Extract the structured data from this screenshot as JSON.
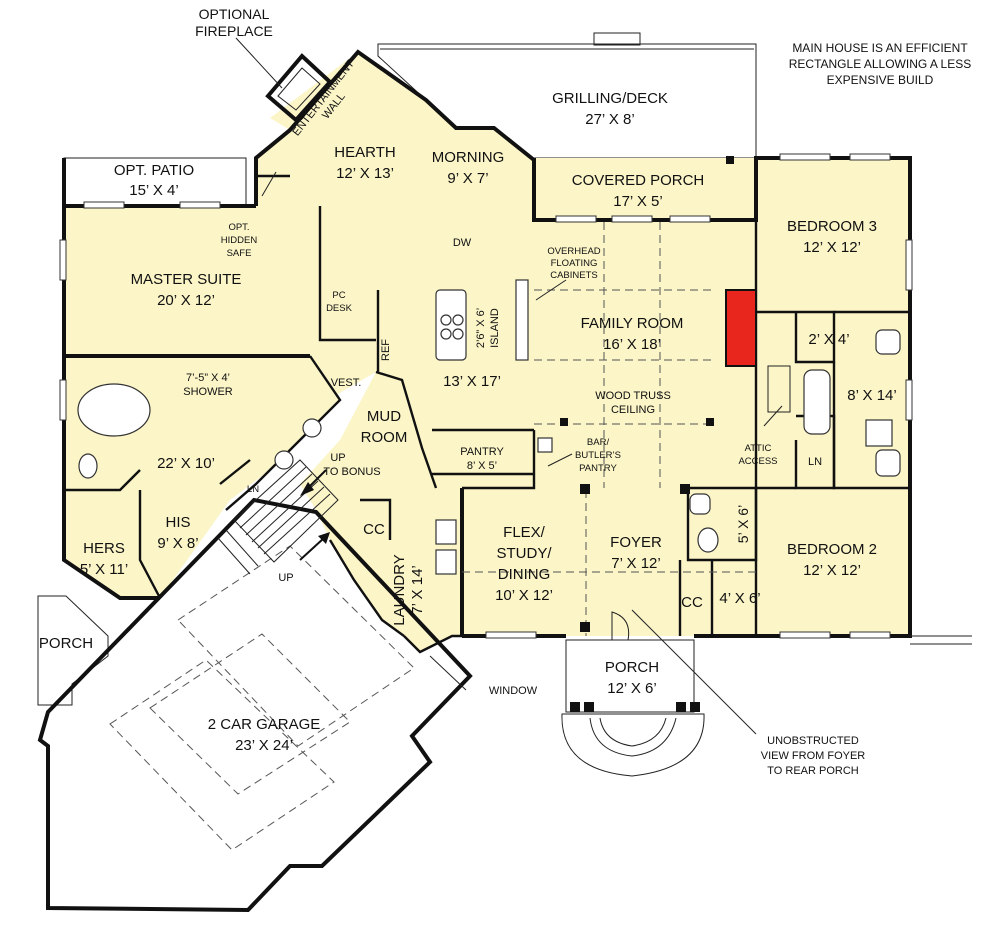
{
  "colors": {
    "interior": "#fbf5c8",
    "deck": "#cdf0c2",
    "porch": "#bde0f2",
    "patio": "#d6d6d6",
    "garage": "#ffffff",
    "walls": "#111111",
    "fireplace": "#e8261e",
    "porch_steps": "#5ce65c"
  },
  "rooms": {
    "grilling_deck": {
      "name": "GRILLING/DECK",
      "size": "27’ X 8’"
    },
    "covered_porch": {
      "name": "COVERED PORCH",
      "size": "17’ X 5’"
    },
    "hearth": {
      "name": "HEARTH",
      "size": "12’ X 13’"
    },
    "morning": {
      "name": "MORNING",
      "size": "9’ X 7’"
    },
    "opt_patio": {
      "name": "OPT. PATIO",
      "size": "15’ X 4’"
    },
    "master_suite": {
      "name": "MASTER SUITE",
      "size": "20’ X 12’"
    },
    "family_room": {
      "name": "FAMILY ROOM",
      "size": "16’ X 18’"
    },
    "bedroom3": {
      "name": "BEDROOM 3",
      "size": "12’ X 12’"
    },
    "bedroom2": {
      "name": "BEDROOM 2",
      "size": "12’ X 12’"
    },
    "kitchen": {
      "size": "13’ X 17’"
    },
    "master_bath": {
      "size": "22’ X 10’"
    },
    "mud_room": {
      "line1": "MUD",
      "line2": "ROOM"
    },
    "pantry": {
      "name": "PANTRY",
      "size": "8’ X 5’"
    },
    "his": {
      "name": "HIS",
      "size": "9’ X 8’"
    },
    "hers": {
      "name": "HERS",
      "size": "5’ X 11’"
    },
    "flex": {
      "line1": "FLEX/",
      "line2": "STUDY/",
      "line3": "DINING",
      "size": "10’ X 12’"
    },
    "foyer": {
      "name": "FOYER",
      "size": "7’ X 12’"
    },
    "laundry": {
      "name": "LAUNDRY",
      "size": "7’ X 14’"
    },
    "front_porch": {
      "name": "PORCH",
      "size": "12’ X 6’"
    },
    "side_porch": {
      "name": "PORCH"
    },
    "garage": {
      "name": "2 CAR GARAGE",
      "size": "23’ X 24’"
    },
    "bath2": {
      "size": "8’ X 14’"
    },
    "closet_2x4": {
      "size": "2’ X 4’"
    },
    "closet_4x6": {
      "size": "4’ X 6’"
    },
    "bath_5x6": {
      "size": "5’ X 6’"
    }
  },
  "labels": {
    "optional_fireplace_1": "OPTIONAL",
    "optional_fireplace_2": "FIREPLACE",
    "entertainment_wall_1": "ENTERTAINMENT",
    "entertainment_wall_2": "WALL",
    "hidden_safe_1": "OPT.",
    "hidden_safe_2": "HIDDEN",
    "hidden_safe_3": "SAFE",
    "pc_desk_1": "PC",
    "pc_desk_2": "DESK",
    "dw": "DW",
    "island_1": "2’6” X 6’",
    "island_2": "ISLAND",
    "ref": "REF",
    "vest": "VEST.",
    "shower_1": "7’-5” X 4’",
    "shower_2": "SHOWER",
    "overhead_1": "OVERHEAD",
    "overhead_2": "FLOATING",
    "overhead_3": "CABINETS",
    "truss_1": "WOOD TRUSS",
    "truss_2": "CEILING",
    "bar_1": "BAR/",
    "bar_2": "BUTLER’S",
    "bar_3": "PANTRY",
    "attic_1": "ATTIC",
    "attic_2": "ACCESS",
    "ln": "LN",
    "cc": "CC",
    "up_bonus_1": "UP",
    "up_bonus_2": "TO BONUS",
    "up": "UP",
    "window": "WINDOW",
    "note_1": "MAIN HOUSE IS AN EFFICIENT",
    "note_2": "RECTANGLE ALLOWING A LESS",
    "note_3": "EXPENSIVE BUILD",
    "view_1": "UNOBSTRUCTED",
    "view_2": "VIEW FROM FOYER",
    "view_3": "TO REAR PORCH"
  }
}
